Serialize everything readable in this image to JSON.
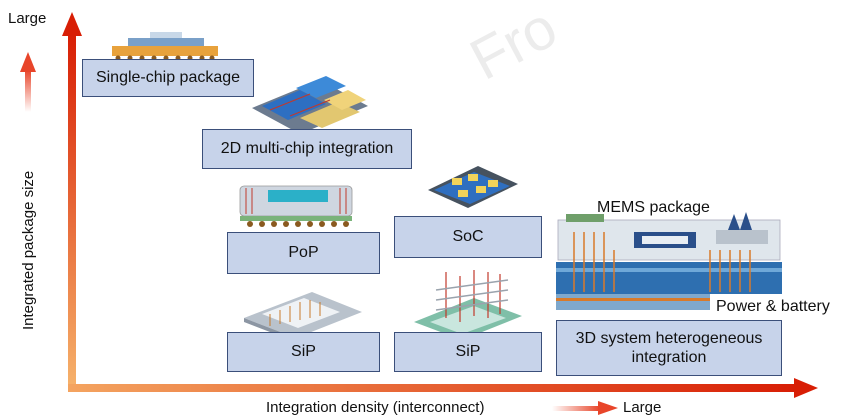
{
  "watermark": "Fro",
  "axis": {
    "y_top": "Large",
    "y_label": "Integrated package size",
    "x_label": "Integration density (interconnect)",
    "x_end": "Large"
  },
  "boxes": {
    "single_chip": "Single-chip package",
    "multi_chip_2d": "2D multi-chip integration",
    "pop": "PoP",
    "soc": "SoC",
    "sip_left": "SiP",
    "sip_mid": "SiP",
    "hetero_3d": "3D system heterogeneous integration"
  },
  "labels": {
    "mems": "MEMS package",
    "power": "Power & battery"
  },
  "colors": {
    "axis_red": "#d81e05",
    "axis_fade": "#f2a55e",
    "box_fill": "#c7d3ea",
    "box_border": "#3b4f7a"
  }
}
